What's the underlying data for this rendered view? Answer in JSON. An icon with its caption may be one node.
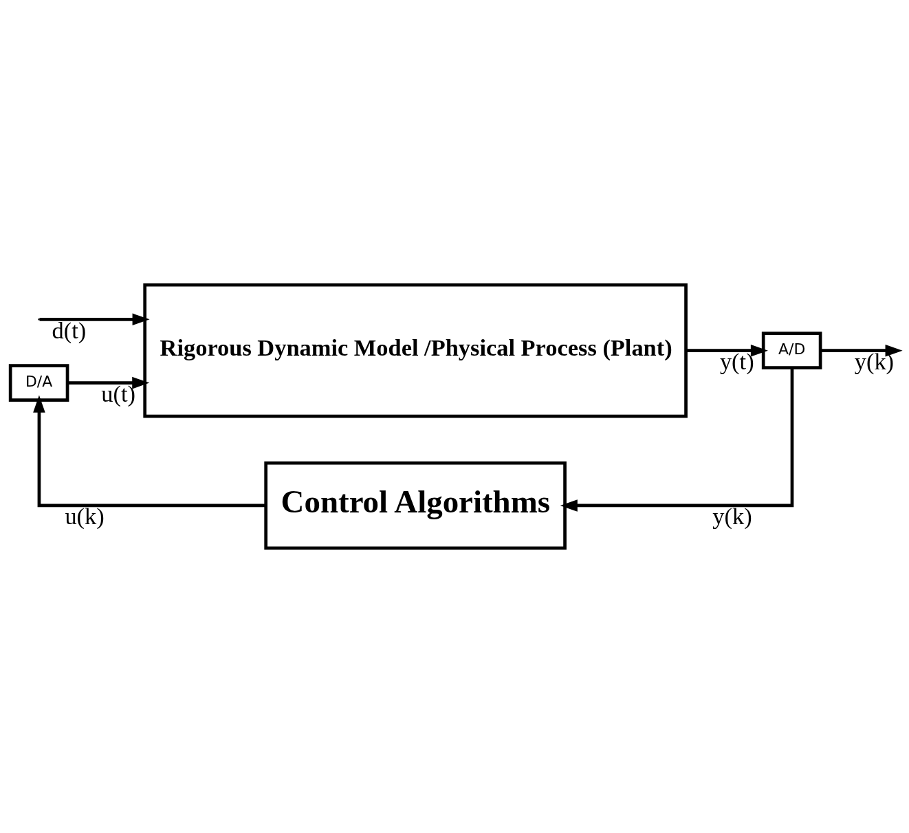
{
  "diagram": {
    "nodes": [
      {
        "text": [
          "Rigorous Dynamic Model /Physical Process (Plant)"
        ]
      },
      {
        "text": [
          "Control Algorithms"
        ]
      },
      {
        "text": [
          "D/A"
        ]
      },
      {
        "text": [
          "A/D"
        ]
      }
    ],
    "edges": [
      {
        "from": null,
        "to": 0,
        "arrow": "to",
        "label": "d(t)"
      },
      {
        "from": 2,
        "to": 0,
        "arrow": "to",
        "label": "u(t)"
      },
      {
        "from": 0,
        "to": 3,
        "arrow": "to",
        "label": "y(t)"
      },
      {
        "from": 3,
        "to": null,
        "arrow": "to",
        "label": "y(k)"
      },
      {
        "from": 3,
        "to": 1,
        "arrow": "to",
        "label": "y(k)"
      },
      {
        "from": 1,
        "to": 2,
        "arrow": "to",
        "label": "u(k)"
      }
    ]
  }
}
